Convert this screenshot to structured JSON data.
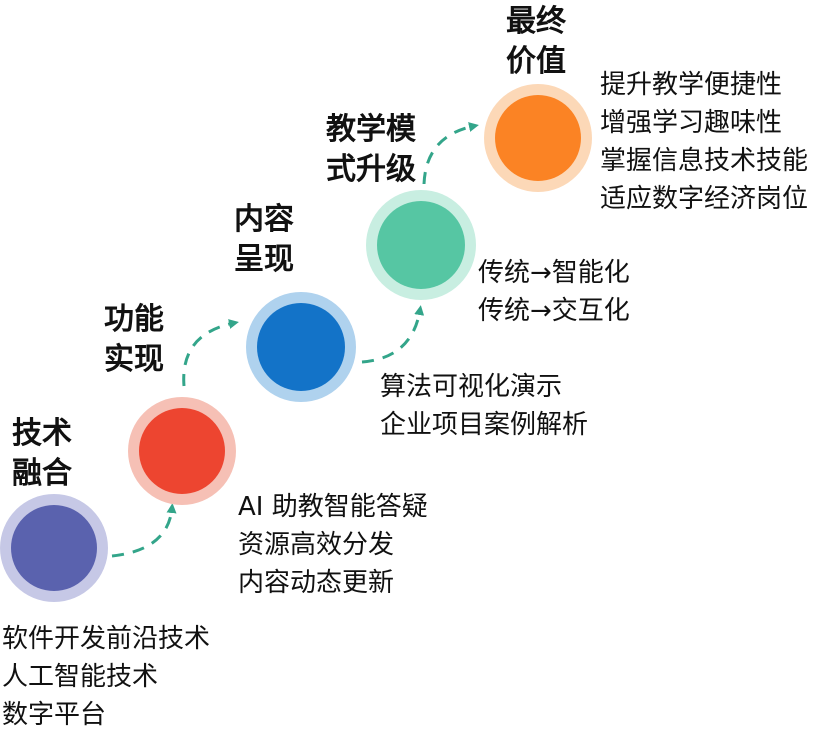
{
  "colors": {
    "arrow": "#33a58a"
  },
  "stages": [
    {
      "title": [
        "技术",
        "融合"
      ],
      "items": [
        "软件开发前沿技术",
        "人工智能技术",
        "数字平台"
      ],
      "color": "#5a62ae",
      "halo": "#c6c8e6"
    },
    {
      "title": [
        "功能",
        "实现"
      ],
      "items": [
        "AI 助教智能答疑",
        "资源高效分发",
        "内容动态更新"
      ],
      "color": "#ed4530",
      "halo": "#f6c0b5"
    },
    {
      "title": [
        "内容",
        "呈现"
      ],
      "items": [
        "算法可视化演示",
        "企业项目案例解析"
      ],
      "color": "#1373c8",
      "halo": "#afd2ee"
    },
    {
      "title": [
        "教学模",
        "式升级"
      ],
      "items": [
        "传统→智能化",
        "传统→交互化"
      ],
      "color": "#56c6a3",
      "halo": "#c8eee1"
    },
    {
      "title": [
        "最终",
        "价值"
      ],
      "items": [
        "提升教学便捷性",
        "增强学习趣味性",
        "掌握信息技术技能",
        "适应数字经济岗位"
      ],
      "color": "#fb8324",
      "halo": "#fcd8b7"
    }
  ]
}
